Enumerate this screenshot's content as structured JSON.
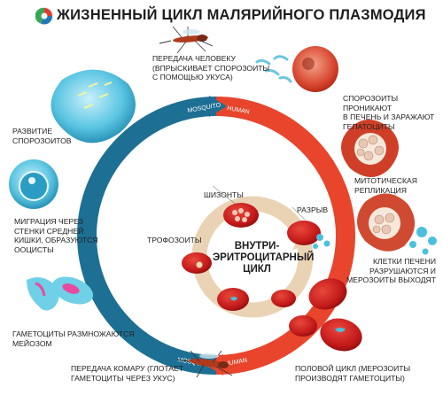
{
  "title": "ЖИЗНЕННЫЙ ЦИКЛ МАЛЯРИЙНОГО ПЛАЗМОДИЯ",
  "ring_labels": {
    "top_left": "MOSQUITO",
    "top_right": "HUMAN",
    "bottom_left": "MOSQUITO",
    "bottom_right": "HUMAN"
  },
  "center": [
    "ВНУТРИ-",
    "ЭРИТРОЦИТАРНЫЙ",
    "ЦИКЛ"
  ],
  "labels": {
    "transmission_human": [
      "ПЕРЕДАЧА ЧЕЛОВЕКУ",
      "(ВПРЫСКИВАЕТ СПОРОЗОИТЫ",
      "С ПОМОЩЬЮ УКУСА)"
    ],
    "sporozoites_liver": [
      "СПОРОЗОИТЫ ПРОНИКАЮТ",
      "В ПЕЧЕНЬ И ЗАРАЖАЮТ",
      "ГЕПАТОЦИТЫ"
    ],
    "mitotic": [
      "МИТОТИЧЕСКАЯ",
      "РЕПЛИКАЦИЯ"
    ],
    "liver_rupture": [
      "КЛЕТКИ ПЕЧЕНИ",
      "РАЗРУШАЮТСЯ И",
      "МЕРОЗОИТЫ ВЫХОДЯТ"
    ],
    "sexual_cycle": [
      "ПОЛОВОЙ ЦИКЛ (МЕРОЗОИТЫ",
      "ПРОИЗВОДЯТ ГАМЕТОЦИТЫ)"
    ],
    "transmission_mosquito": [
      "ПЕРЕДАЧА КОМАРУ (ГЛОТАЕТ",
      "ГАМЕТОЦИТЫ ЧЕРЕЗ УКУС)"
    ],
    "gametocytes_meiosis": [
      "ГАМЕТОЦИТЫ РАЗМНОЖАЮТСЯ",
      "МЕЙОЗОМ"
    ],
    "migration": [
      "МИГРАЦИЯ ЧЕРЕЗ",
      "СТЕНКИ СРЕДНЕЙ",
      "КИШКИ, ОБРАЗУЮТСЯ",
      "ООЦИСТЫ"
    ],
    "sporozoite_dev": [
      "РАЗВИТИЕ",
      "СПОРОЗОИТОВ"
    ],
    "schizonts": [
      "ШИЗОНТЫ"
    ],
    "rupture": [
      "РАЗРЫВ"
    ],
    "trophozoites": [
      "ТРОФОЗОИТЫ"
    ]
  },
  "colors": {
    "mosquito_ring": "#1d6f93",
    "human_ring": "#e8452c",
    "inner_cycle": "#ead3b4",
    "rbc": "#cc1f1f",
    "cyst": "#2aa8c9",
    "text": "#222222"
  }
}
